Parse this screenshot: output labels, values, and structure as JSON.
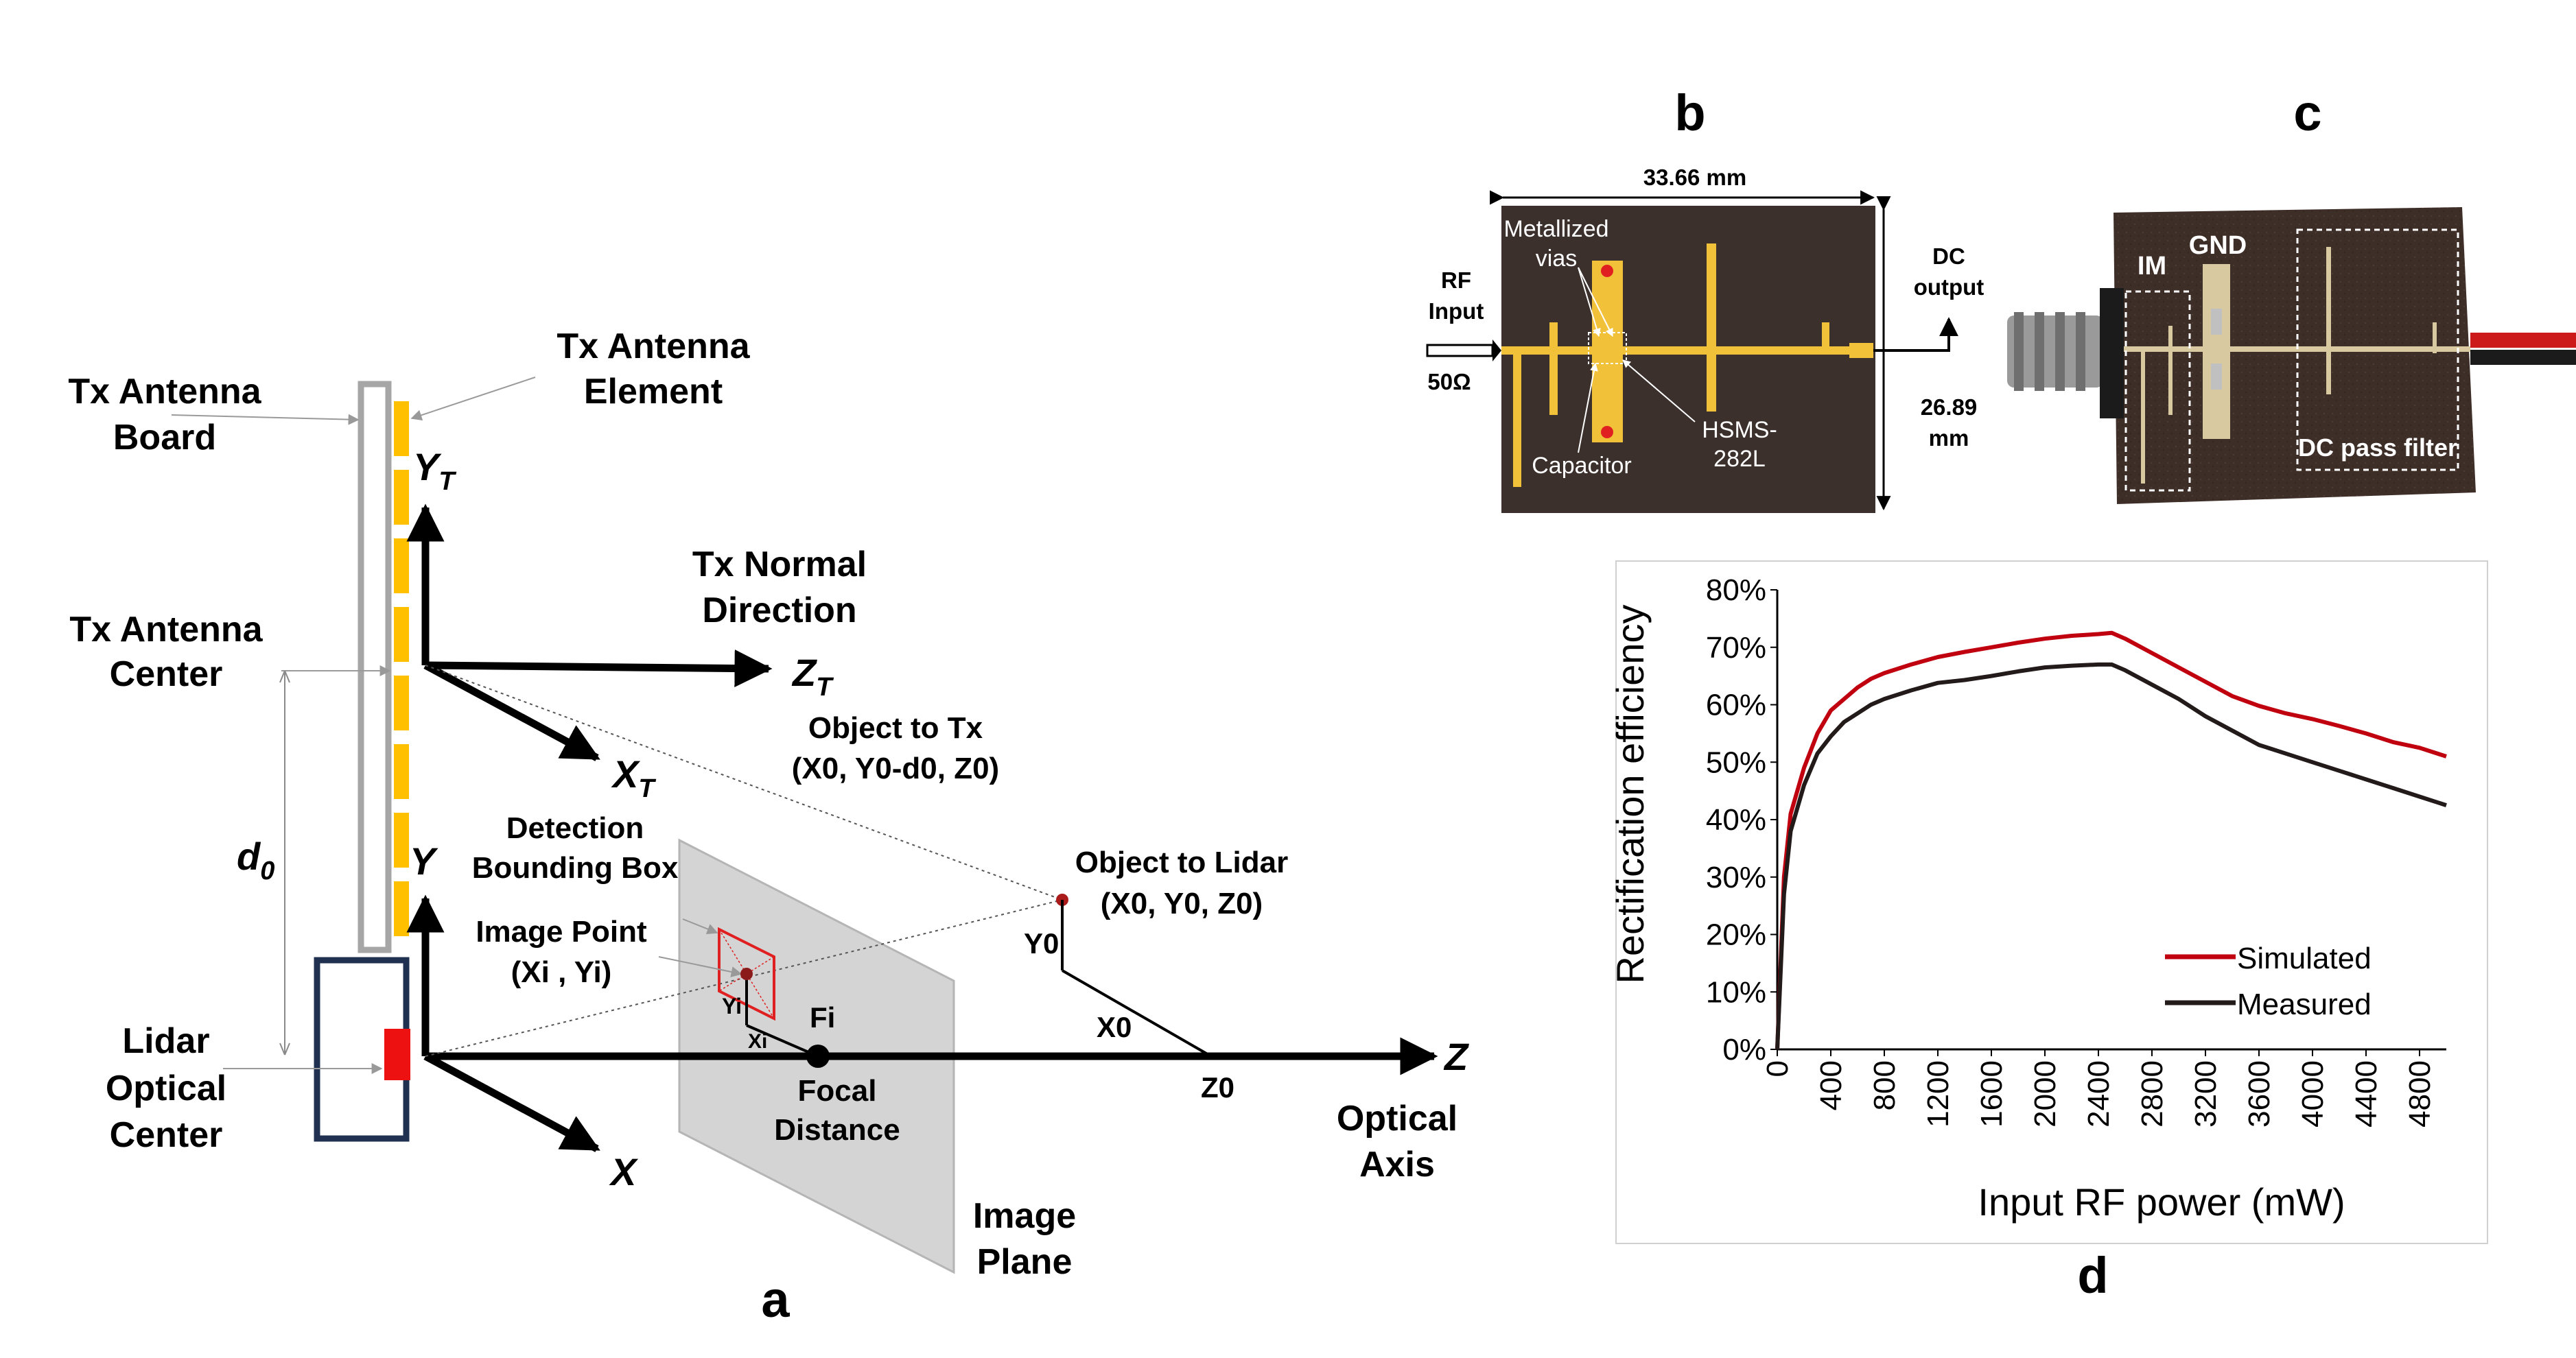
{
  "panel_letters": {
    "a": "a",
    "b": "b",
    "c": "c",
    "d": "d"
  },
  "panel_a": {
    "tx_antenna_board": [
      "Tx Antenna",
      "Board"
    ],
    "tx_antenna_element": [
      "Tx Antenna",
      "Element"
    ],
    "tx_antenna_center": [
      "Tx Antenna",
      "Center"
    ],
    "lidar_optical_center": [
      "Lidar",
      "Optical",
      "Center"
    ],
    "tx_normal_direction": [
      "Tx Normal",
      "Direction"
    ],
    "axis_y_t": "Y",
    "axis_y_t_sub": "T",
    "axis_z_t": "Z",
    "axis_z_t_sub": "T",
    "axis_x_t": "X",
    "axis_x_t_sub": "T",
    "axis_y": "Y",
    "axis_x": "X",
    "axis_z": "Z",
    "d0": "d",
    "d0_sub": "0",
    "object_to_tx": "Object to Tx",
    "object_to_tx_coords": "(X0, Y0-d0, Z0)",
    "object_to_lidar": "Object to Lidar",
    "object_to_lidar_coords": "(X0, Y0, Z0)",
    "detection_bounding_box": [
      "Detection",
      "Bounding Box"
    ],
    "image_point": "Image Point",
    "image_point_coords": "(Xi , Yi)",
    "yi": "Yi",
    "xi": "Xi",
    "fi": "Fi",
    "focal_distance": [
      "Focal",
      "Distance"
    ],
    "y0": "Y0",
    "x0": "X0",
    "z0": "Z0",
    "optical_axis": [
      "Optical",
      "Axis"
    ],
    "image_plane": [
      "Image",
      "Plane"
    ]
  },
  "panel_b": {
    "width_dim": "33.66 mm",
    "height_dim": [
      "26.89",
      "mm"
    ],
    "rf_input": [
      "RF",
      "Input"
    ],
    "impedance": "50Ω",
    "dc_output": [
      "DC",
      "output"
    ],
    "metallized_vias": [
      "Metallized",
      "vias"
    ],
    "capacitor": "Capacitor",
    "diode": [
      "HSMS-",
      "282L"
    ]
  },
  "panel_c": {
    "im": "IM",
    "gnd": "GND",
    "dc_pass_filter": "DC pass filter"
  },
  "chart_data": {
    "type": "line",
    "xlabel": "Input RF power (mW)",
    "ylabel": "Rectification efficiency",
    "xlim": [
      0,
      5000
    ],
    "ylim": [
      0,
      80
    ],
    "x_ticks": [
      "0",
      "400",
      "800",
      "1200",
      "1600",
      "2000",
      "2400",
      "2800",
      "3200",
      "3600",
      "4000",
      "4400",
      "4800"
    ],
    "y_ticks": [
      "0%",
      "10%",
      "20%",
      "30%",
      "40%",
      "50%",
      "60%",
      "70%",
      "80%"
    ],
    "grid": false,
    "legend_position": "bottom-right",
    "series": [
      {
        "name": "Simulated",
        "color": "#c0000f",
        "x": [
          0,
          50,
          100,
          200,
          300,
          400,
          500,
          600,
          700,
          800,
          1000,
          1200,
          1400,
          1600,
          1800,
          2000,
          2200,
          2400,
          2500,
          2600,
          2800,
          3000,
          3200,
          3400,
          3600,
          3800,
          4000,
          4200,
          4400,
          4600,
          4800,
          5000
        ],
        "values": [
          0,
          30,
          41,
          49,
          55,
          59,
          61,
          63,
          64.5,
          65.5,
          67,
          68.3,
          69.2,
          70,
          70.8,
          71.5,
          72,
          72.3,
          72.5,
          71.5,
          69,
          66.5,
          64,
          61.5,
          59.8,
          58.5,
          57.5,
          56.3,
          55,
          53.5,
          52.5,
          51
        ]
      },
      {
        "name": "Measured",
        "color": "#231a1a",
        "x": [
          0,
          50,
          100,
          200,
          300,
          400,
          500,
          600,
          700,
          800,
          1000,
          1200,
          1400,
          1600,
          1800,
          2000,
          2200,
          2400,
          2500,
          2600,
          2800,
          3000,
          3200,
          3400,
          3600,
          3800,
          4000,
          4200,
          4400,
          4600,
          4800,
          5000
        ],
        "values": [
          0,
          27,
          38,
          46,
          51.5,
          54.5,
          57,
          58.5,
          60,
          61,
          62.5,
          63.8,
          64.3,
          65,
          65.8,
          66.5,
          66.8,
          67,
          67,
          66,
          63.5,
          61,
          58,
          55.5,
          53,
          51.5,
          50,
          48.5,
          47,
          45.5,
          44,
          42.5
        ]
      }
    ]
  }
}
